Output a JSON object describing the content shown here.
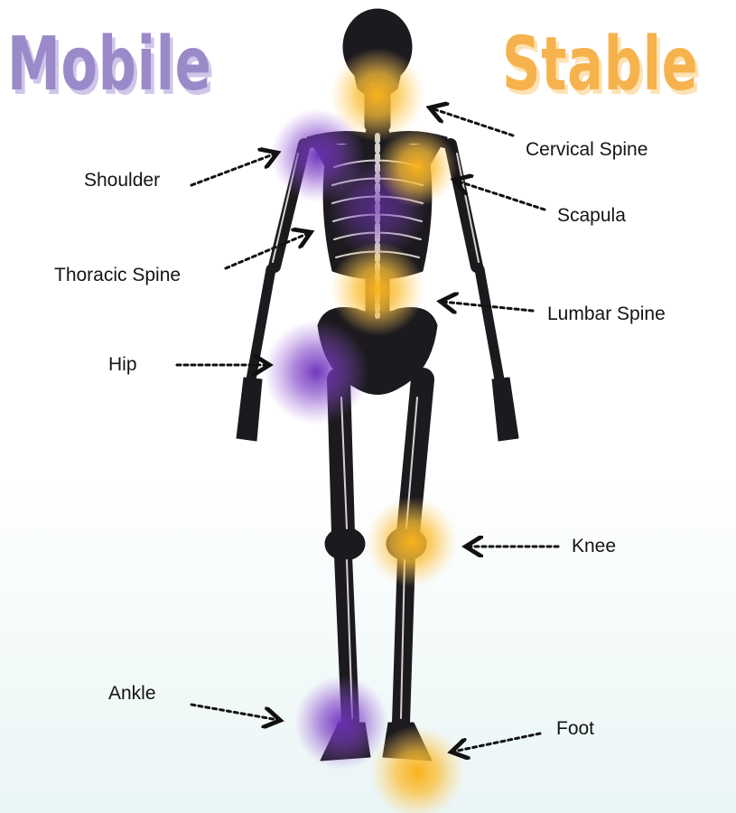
{
  "headings": {
    "mobile": "Mobile",
    "stable": "Stable"
  },
  "labels": {
    "cervical_spine": "Cervical Spine",
    "shoulder": "Shoulder",
    "scapula": "Scapula",
    "thoracic_spine": "Thoracic Spine",
    "lumbar_spine": "Lumbar Spine",
    "hip": "Hip",
    "knee": "Knee",
    "ankle": "Ankle",
    "foot": "Foot"
  },
  "colors": {
    "mobile": "#9b8ac9",
    "mobile_shadow": "#cfc6ea",
    "mobile_glow": "#6a2fb8",
    "stable": "#f6b24d",
    "stable_shadow": "#fde2b3",
    "stable_glow": "#f9b21a",
    "skeleton": "#1c1a1e",
    "text": "#141414"
  }
}
